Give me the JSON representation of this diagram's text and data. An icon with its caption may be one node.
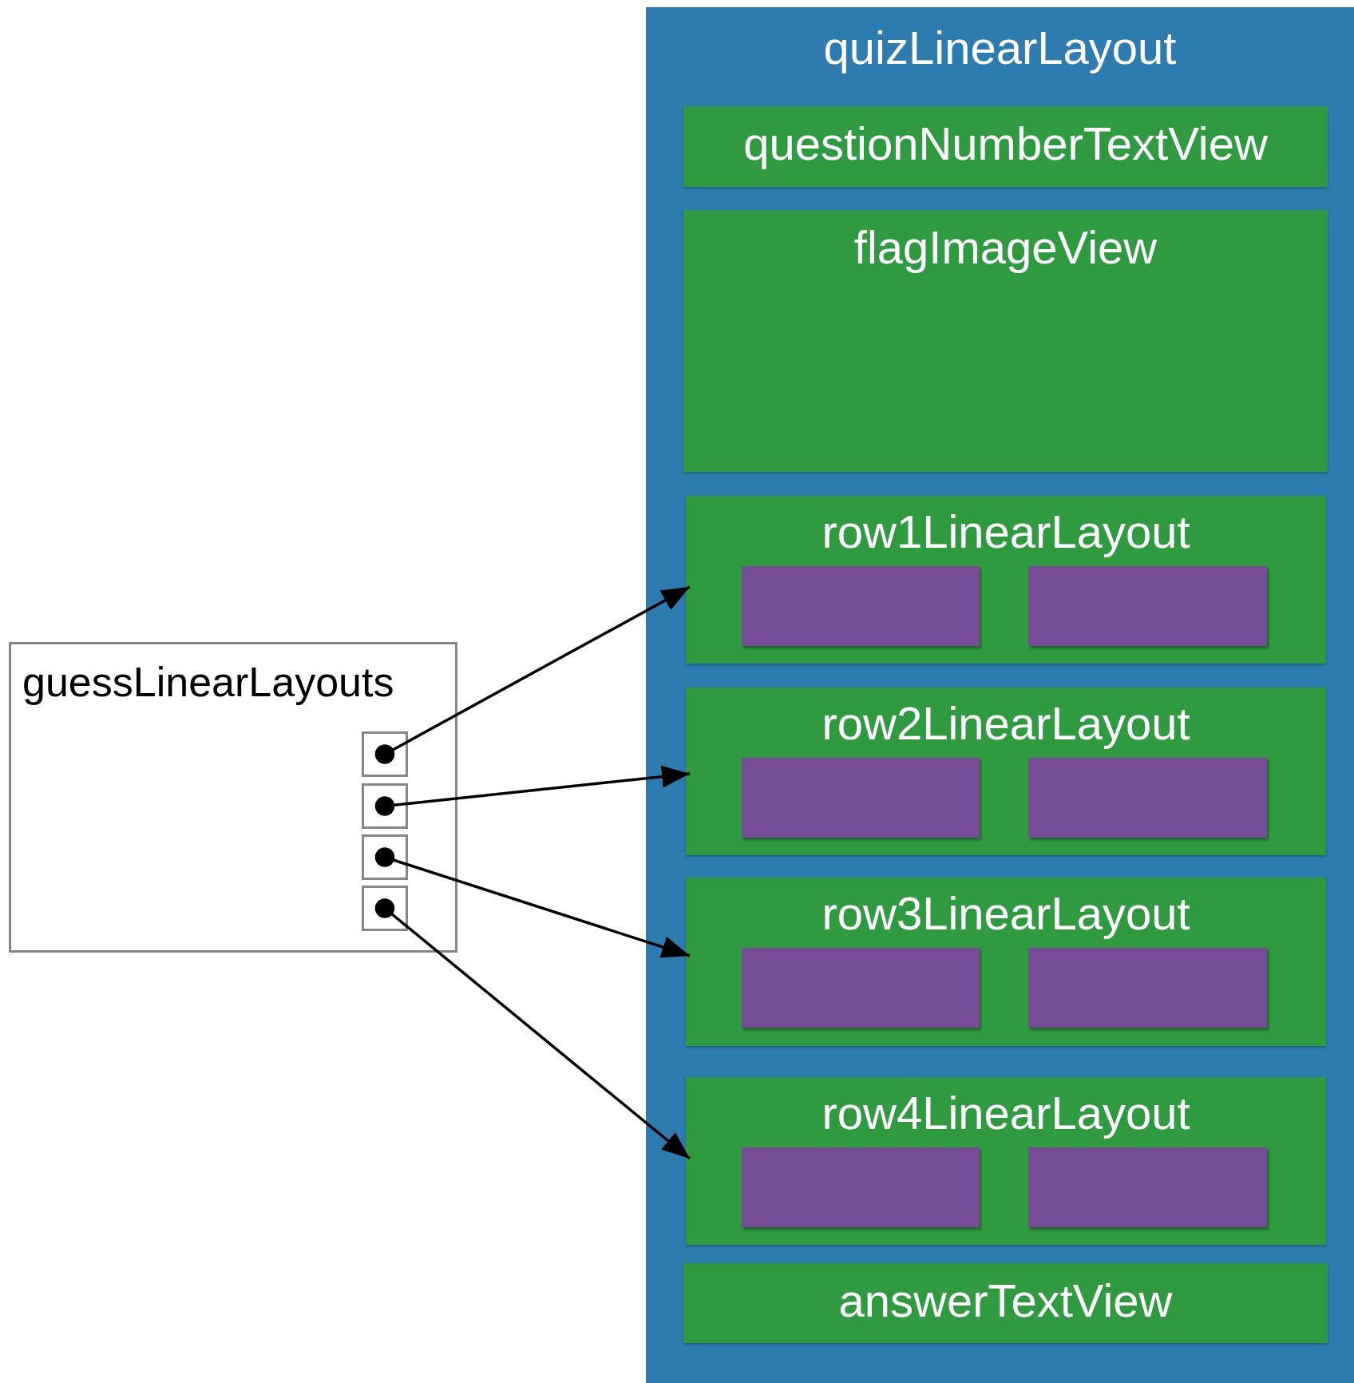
{
  "diagram": {
    "nodes": [
      {
        "text": [
          "quizLinearLayout"
        ]
      },
      {
        "text": [
          "questionNumberTextView"
        ],
        "in": 0
      },
      {
        "text": [
          "flagImageView"
        ],
        "in": 0
      },
      {
        "text": [
          "row1LinearLayout"
        ],
        "in": 0
      },
      {
        "text": [],
        "shape": "box",
        "in": 3
      },
      {
        "text": [],
        "shape": "box",
        "in": 3
      },
      {
        "text": [
          "row2LinearLayout"
        ],
        "in": 0
      },
      {
        "text": [],
        "shape": "box",
        "in": 6
      },
      {
        "text": [],
        "shape": "box",
        "in": 6
      },
      {
        "text": [
          "row3LinearLayout"
        ],
        "in": 0
      },
      {
        "text": [],
        "shape": "box",
        "in": 9
      },
      {
        "text": [],
        "shape": "box",
        "in": 9
      },
      {
        "text": [
          "row4LinearLayout"
        ],
        "in": 0
      },
      {
        "text": [],
        "shape": "box",
        "in": 12
      },
      {
        "text": [],
        "shape": "box",
        "in": 12
      },
      {
        "text": [
          "answerTextView"
        ],
        "in": 0
      },
      {
        "text": [
          "guessLinearLayouts"
        ]
      },
      {
        "text": [],
        "shape": "box",
        "in": 16
      },
      {
        "text": [],
        "shape": "box",
        "in": 16
      },
      {
        "text": [],
        "shape": "box",
        "in": 16
      },
      {
        "text": [],
        "shape": "box",
        "in": 16
      }
    ],
    "edges": [
      {
        "from": 17,
        "to": 3,
        "arrow": "to"
      },
      {
        "from": 18,
        "to": 6,
        "arrow": "to"
      },
      {
        "from": 19,
        "to": 9,
        "arrow": "to"
      },
      {
        "from": 20,
        "to": 12,
        "arrow": "to"
      }
    ]
  }
}
